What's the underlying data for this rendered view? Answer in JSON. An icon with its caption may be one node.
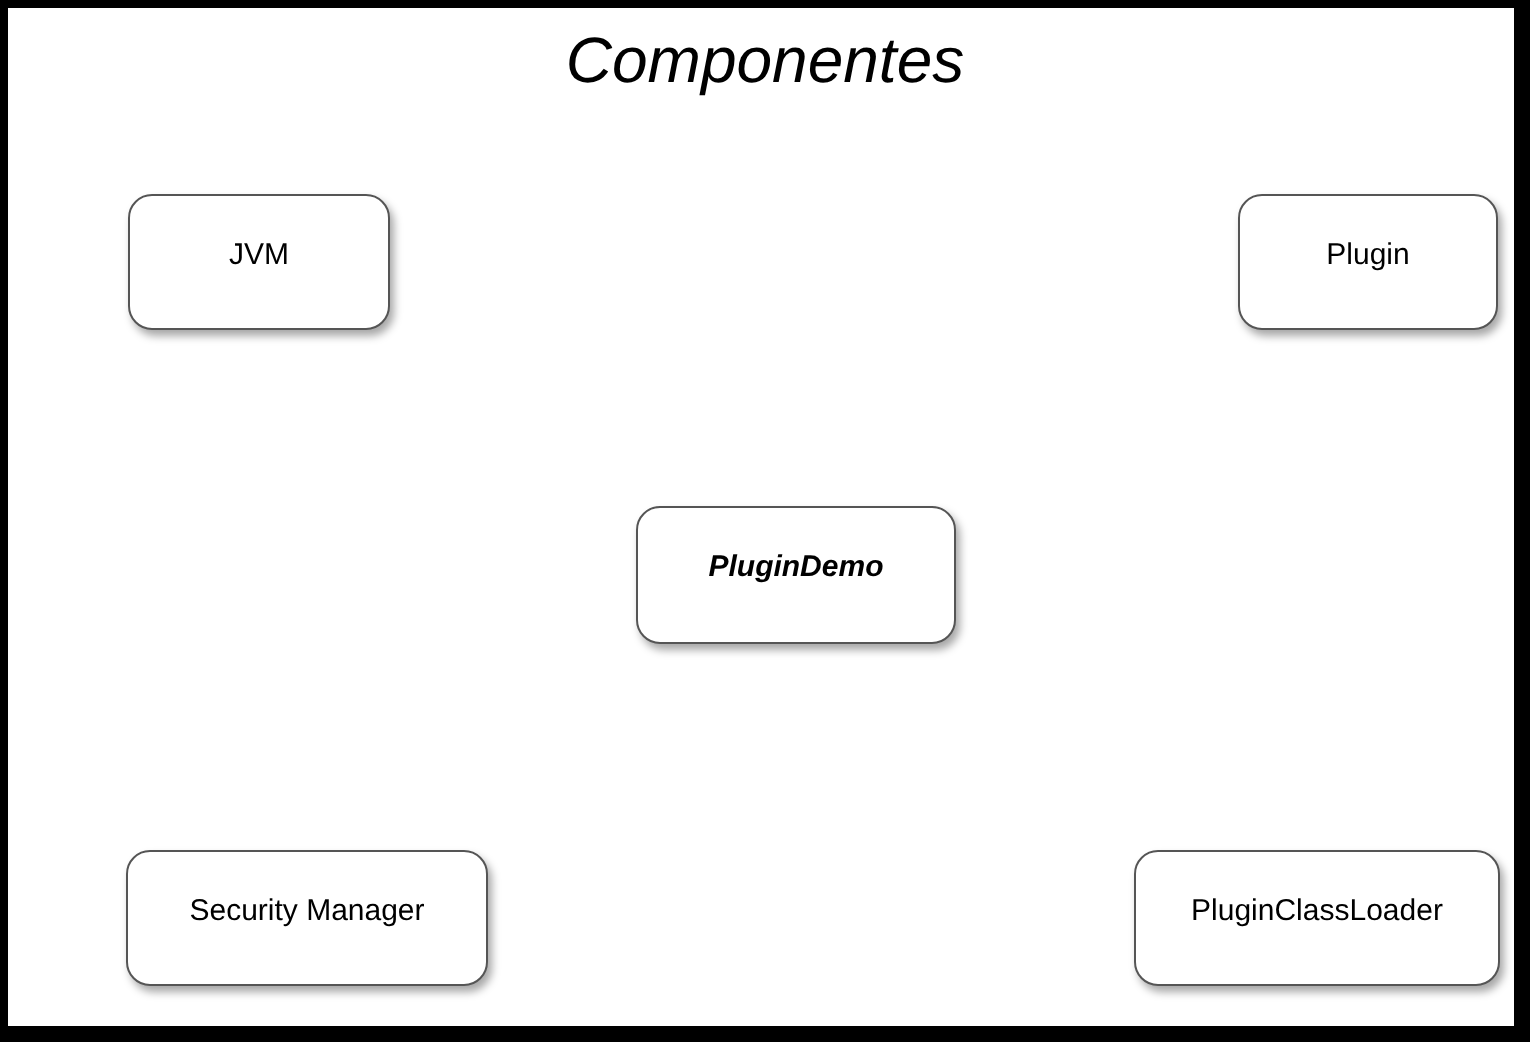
{
  "diagram": {
    "title": "Componentes",
    "nodes": [
      {
        "text": [
          "JVM"
        ]
      },
      {
        "text": [
          "Plugin"
        ]
      },
      {
        "text": [
          "PluginDemo"
        ]
      },
      {
        "text": [
          "Security Manager"
        ]
      },
      {
        "text": [
          "PluginClassLoader"
        ]
      }
    ]
  }
}
